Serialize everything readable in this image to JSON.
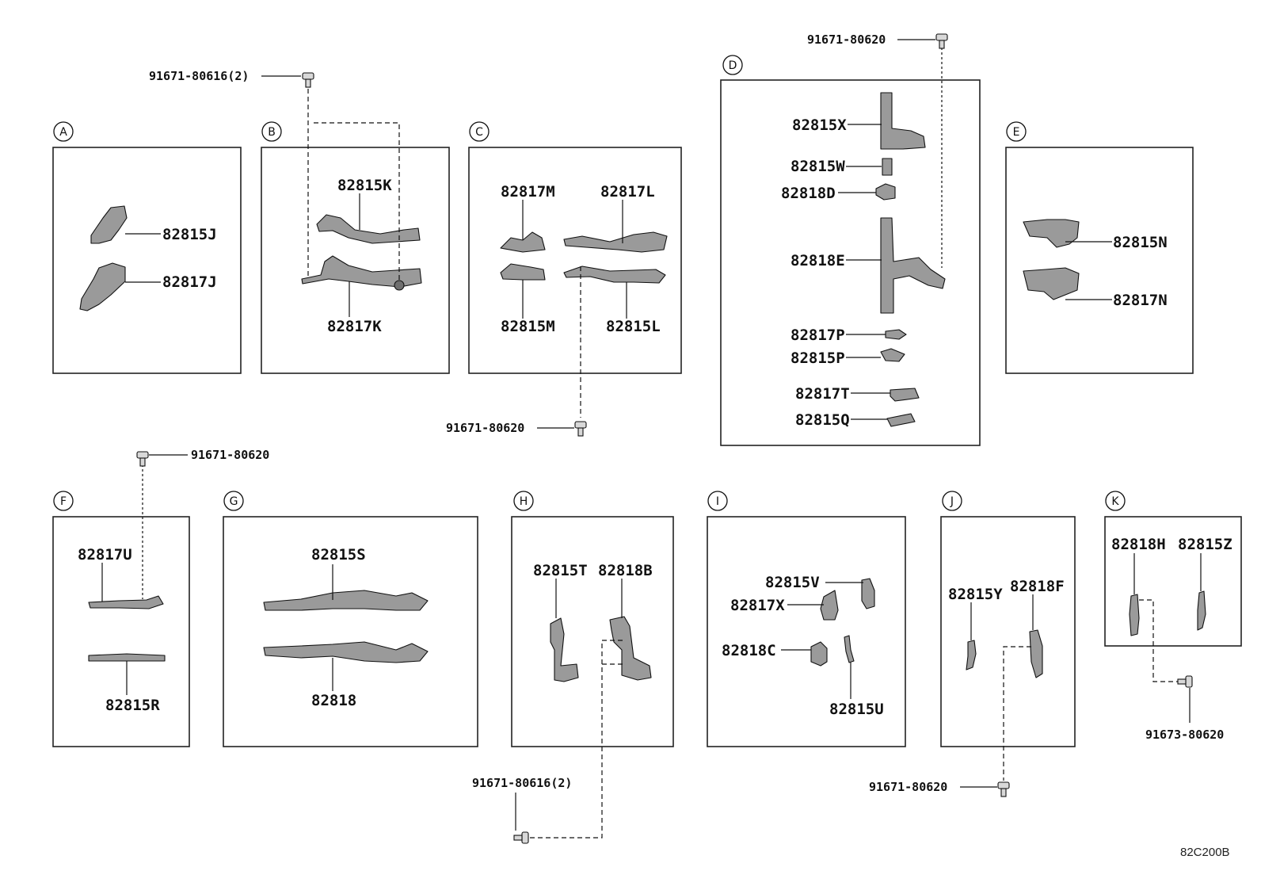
{
  "sections": {
    "A": {
      "letter": "A",
      "parts": [
        "82815J",
        "82817J"
      ]
    },
    "B": {
      "letter": "B",
      "parts": [
        "82815K",
        "82817K"
      ]
    },
    "C": {
      "letter": "C",
      "parts": [
        "82817M",
        "82817L",
        "82815M",
        "82815L"
      ]
    },
    "D": {
      "letter": "D",
      "parts": [
        "82815X",
        "82815W",
        "82818D",
        "82818E",
        "82817P",
        "82815P",
        "82817T",
        "82815Q"
      ]
    },
    "E": {
      "letter": "E",
      "parts": [
        "82815N",
        "82817N"
      ]
    },
    "F": {
      "letter": "F",
      "parts": [
        "82817U",
        "82815R"
      ]
    },
    "G": {
      "letter": "G",
      "parts": [
        "82815S",
        "82818"
      ]
    },
    "H": {
      "letter": "H",
      "parts": [
        "82815T",
        "82818B"
      ]
    },
    "I": {
      "letter": "I",
      "parts": [
        "82815V",
        "82817X",
        "82818C",
        "82815U"
      ]
    },
    "J": {
      "letter": "J",
      "parts": [
        "82815Y",
        "82818F"
      ]
    },
    "K": {
      "letter": "K",
      "parts": [
        "82818H",
        "82815Z"
      ]
    }
  },
  "bolts": {
    "b_top": "91671-80616(2)",
    "d_top": "91671-80620",
    "c_bottom": "91671-80620",
    "f_top": "91671-80620",
    "h_bottom": "91671-80616(2)",
    "j_bottom": "91671-80620",
    "k_bottom": "91673-80620"
  },
  "diagram_code": "82C200B"
}
